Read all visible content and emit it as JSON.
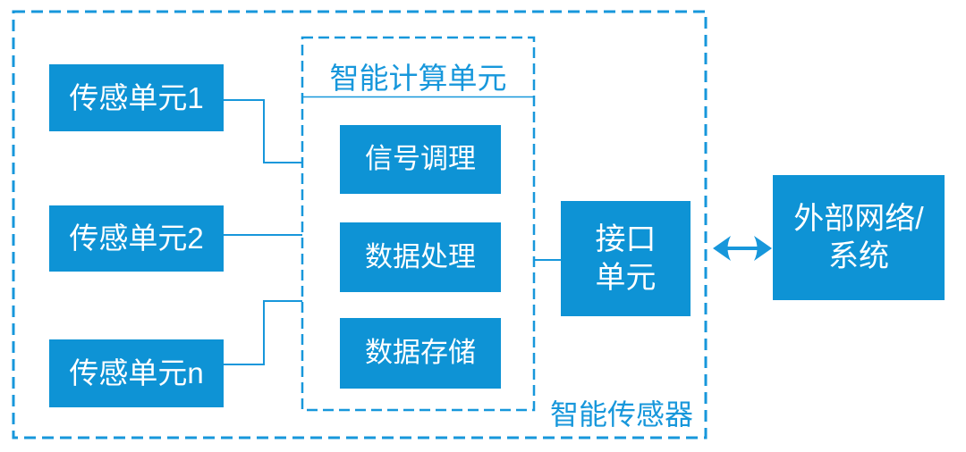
{
  "outer_label": "智能传感器",
  "sensing_units": [
    {
      "label": "传感单元1"
    },
    {
      "label": "传感单元2"
    },
    {
      "label": "传感单元n"
    }
  ],
  "computing_unit": {
    "title": "智能计算单元",
    "blocks": [
      {
        "label": "信号调理"
      },
      {
        "label": "数据处理"
      },
      {
        "label": "数据存储"
      }
    ]
  },
  "interface_unit": {
    "label_line1": "接口",
    "label_line2": "单元"
  },
  "external_system": {
    "label_line1": "外部网络/",
    "label_line2": "系统"
  },
  "colors": {
    "box_fill": "#0e93d5",
    "line_stroke": "#1797db",
    "box_text": "#ffffff",
    "background": "#ffffff"
  }
}
